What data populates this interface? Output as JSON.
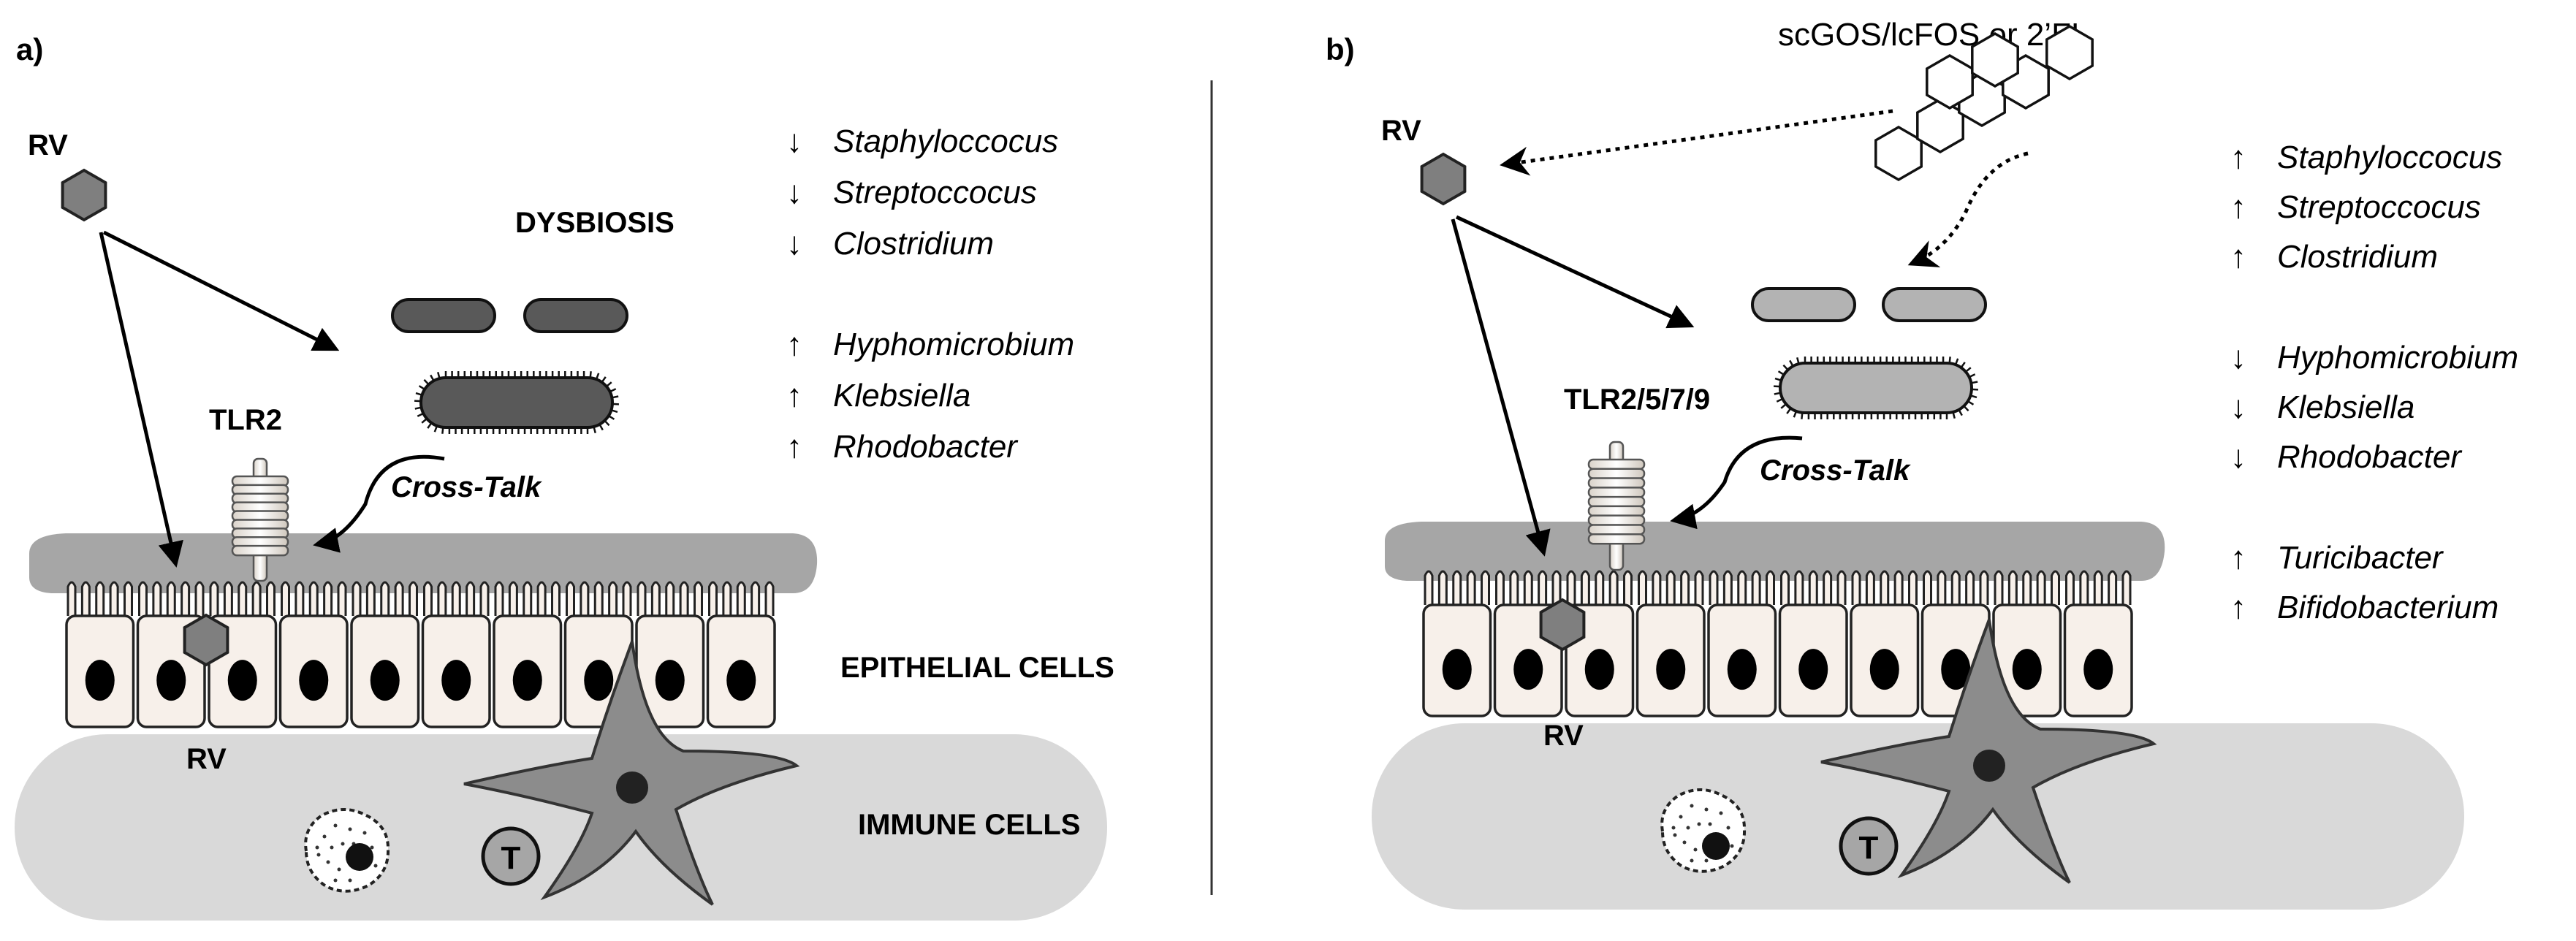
{
  "panel_a": {
    "label": "a)",
    "virus_label": "RV",
    "virus_cell_label": "RV",
    "dysbiosis_label": "DYSBIOSIS",
    "receptor_label": "TLR2",
    "crosstalk_label": "Cross-Talk",
    "epithelial_label": "EPITHELIAL CELLS",
    "immune_label": "IMMUNE CELLS",
    "t_cell_label": "T",
    "microbes": [
      {
        "arrow": "↓",
        "name": "Staphyloccocus"
      },
      {
        "arrow": "↓",
        "name": "Streptoccocus"
      },
      {
        "arrow": "↓",
        "name": "Clostridium"
      },
      {
        "arrow": "↑",
        "name": "Hyphomicrobium"
      },
      {
        "arrow": "↑",
        "name": "Klebsiella"
      },
      {
        "arrow": "↑",
        "name": "Rhodobacter"
      }
    ]
  },
  "panel_b": {
    "label": "b)",
    "virus_label": "RV",
    "virus_cell_label": "RV",
    "prebiotic_label": "scGOS/lcFOS or 2’FL",
    "receptor_label": "TLR2/5/7/9",
    "crosstalk_label": "Cross-Talk",
    "t_cell_label": "T",
    "microbes": [
      {
        "arrow": "↑",
        "name": "Staphyloccocus"
      },
      {
        "arrow": "↑",
        "name": "Streptoccocus"
      },
      {
        "arrow": "↑",
        "name": "Clostridium"
      },
      {
        "arrow": "↓",
        "name": "Hyphomicrobium"
      },
      {
        "arrow": "↓",
        "name": "Klebsiella"
      },
      {
        "arrow": "↓",
        "name": "Rhodobacter"
      },
      {
        "arrow": "↑",
        "name": "Turicibacter"
      },
      {
        "arrow": "↑",
        "name": "Bifidobacterium"
      }
    ]
  },
  "colors": {
    "mucus": "#a6a6a6",
    "epithelium_fill": "#f7f0ea",
    "immune_zone": "#d9d9d9",
    "bacteria_a": "#595959",
    "bacteria_b": "#b3b3b3",
    "virus": "#7f7f7f",
    "dendritic_cell": "#8c8c8c"
  }
}
